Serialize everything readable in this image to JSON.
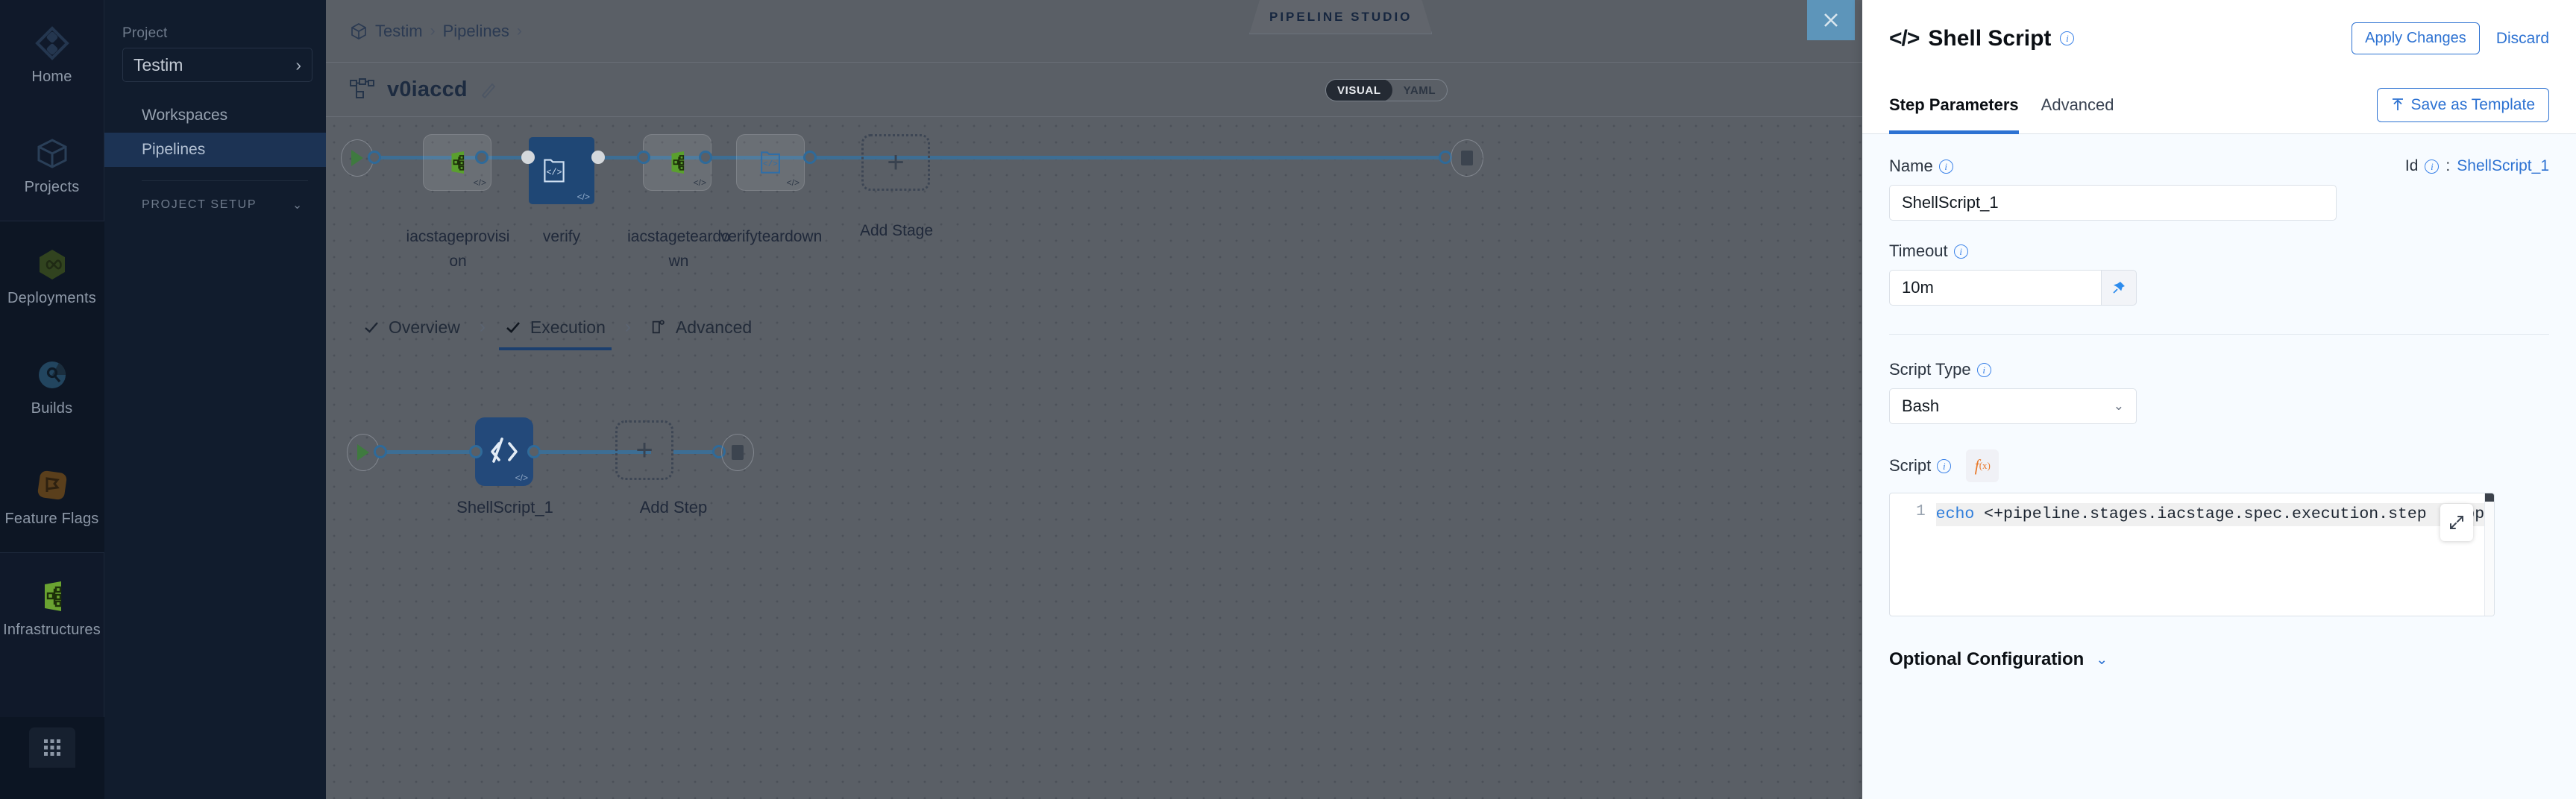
{
  "rail": {
    "items": [
      {
        "label": "Home",
        "icon": "home-diamond-icon"
      },
      {
        "label": "Projects",
        "icon": "cube-icon"
      },
      {
        "label": "Deployments",
        "icon": "infinity-hex-icon"
      },
      {
        "label": "Builds",
        "icon": "build-pie-icon"
      },
      {
        "label": "Feature Flags",
        "icon": "flag-icon"
      },
      {
        "label": "Infrastructures",
        "icon": "infrastructure-icon"
      }
    ],
    "grid_icon": "grid-apps-icon"
  },
  "sidebar": {
    "project_label": "Project",
    "project_name": "Testim",
    "project_chevron": "›",
    "items": [
      {
        "label": "Workspaces",
        "active": false
      },
      {
        "label": "Pipelines",
        "active": true
      }
    ],
    "section_title": "PROJECT SETUP",
    "section_chevron": "⌄"
  },
  "breadcrumb": {
    "project_icon": "cube-icon",
    "items": [
      "Testim",
      "Pipelines"
    ],
    "separator": "›",
    "trailing_separator": "›"
  },
  "studio": {
    "badge": "PIPELINE STUDIO",
    "close_icon": "close-icon",
    "pipeline_icon": "pipeline-graph-icon",
    "pipeline_name": "v0iaccd",
    "edit_icon": "pencil-icon",
    "view_toggle": {
      "options": [
        "VISUAL",
        "YAML"
      ],
      "selected": "VISUAL"
    }
  },
  "pipeline": {
    "stages": [
      {
        "label": "iacstageprovision",
        "icon": "infrastructure-icon",
        "badge": "</>",
        "selected": false
      },
      {
        "label": "verify",
        "icon": "shell-script-icon",
        "badge": "</>",
        "selected": true
      },
      {
        "label": "iacstageteardown",
        "icon": "infrastructure-icon",
        "badge": "</>",
        "selected": false
      },
      {
        "label": "verifyteardown",
        "icon": "shell-script-icon",
        "badge": "</>",
        "selected": false
      }
    ],
    "add_stage_label": "Add Stage",
    "add_icon": "plus-icon",
    "start_icon": "play-icon",
    "end_icon": "stop-icon"
  },
  "step_tabs": [
    {
      "label": "Overview",
      "icon": "check-icon",
      "active": false
    },
    {
      "label": "Execution",
      "icon": "check-icon",
      "active": true
    },
    {
      "label": "Advanced",
      "icon": "advanced-gear-doc-icon",
      "active": false
    }
  ],
  "execution": {
    "step_label": "ShellScript_1",
    "step_icon": "shell-script-icon",
    "step_badge": "</>",
    "add_step_label": "Add Step",
    "add_icon": "plus-icon",
    "start_icon": "play-icon",
    "end_icon": "stop-icon"
  },
  "panel": {
    "code_glyph": "</>",
    "title": "Shell Script",
    "title_info_icon": "info-icon",
    "apply_label": "Apply Changes",
    "discard_label": "Discard",
    "tabs": [
      {
        "label": "Step Parameters",
        "active": true
      },
      {
        "label": "Advanced",
        "active": false
      }
    ],
    "save_template_label": "Save as Template",
    "save_template_icon": "upload-template-icon",
    "name": {
      "label": "Name",
      "info_icon": "info-icon",
      "value": "ShellScript_1",
      "id_label": "Id",
      "id_info_icon": "info-icon",
      "id_separator": ":",
      "id_value": "ShellScript_1"
    },
    "timeout": {
      "label": "Timeout",
      "info_icon": "info-icon",
      "value": "10m",
      "pin_icon": "pin-icon"
    },
    "script_type": {
      "label": "Script Type",
      "info_icon": "info-icon",
      "value": "Bash",
      "chevron": "⌄"
    },
    "script": {
      "label": "Script",
      "info_icon": "info-icon",
      "fx_label": "f",
      "fx_sub": "(x)",
      "line_number": "1",
      "keyword": "echo",
      "code": " <+pipeline.stages.iacstage.spec.execution.step    ppl",
      "expand_icon": "expand-fullscreen-icon"
    },
    "optional_configuration": {
      "label": "Optional Configuration",
      "chevron": "⌄"
    }
  },
  "colors": {
    "accent_blue": "#2d72d2",
    "selected_node": "#23497a",
    "panel_bg": "#f7fbff",
    "rail_bg": "#10192a",
    "canvas_bg": "#5a5f66"
  }
}
